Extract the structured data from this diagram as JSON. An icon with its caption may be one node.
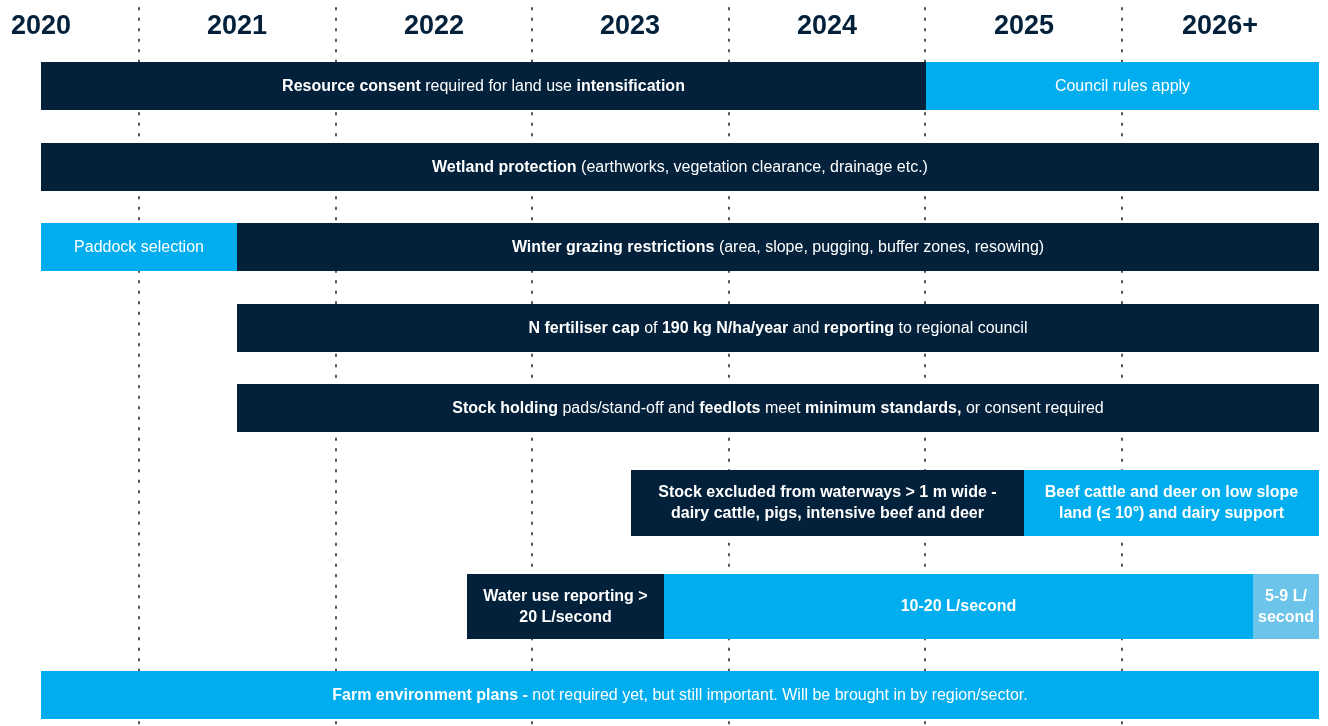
{
  "diagram": {
    "nodes": [
      {
        "text": [
          "**Resource consent** required for land use **intensification**"
        ]
      },
      {
        "text": [
          "Council rules apply"
        ]
      },
      {
        "text": [
          "**Wetland protection** (earthworks, vegetation clearance, drainage etc.)"
        ]
      },
      {
        "text": [
          "Paddock selection"
        ]
      },
      {
        "text": [
          "**Winter grazing restrictions** (area, slope, pugging, buffer zones, resowing)"
        ]
      },
      {
        "text": [
          "**N fertiliser cap** of **190 kg N/ha/year** and **reporting** to regional council"
        ]
      },
      {
        "text": [
          "**Stock holding** pads/stand-off and **feedlots** meet **minimum standards,** or consent required"
        ]
      },
      {
        "text": [
          "Stock excluded from waterways > 1 m wide - dairy cattle, pigs, intensive beef and deer"
        ]
      },
      {
        "text": [
          "Beef cattle and deer on low slope land (≤ 10°) and dairy support"
        ]
      },
      {
        "text": [
          "Water use reporting > 20 L/second"
        ]
      },
      {
        "text": [
          "10-20 L/second"
        ]
      },
      {
        "text": [
          "5-9 L/ second"
        ]
      },
      {
        "text": [
          "**Farm environment plans -**  not required yet, but still important. Will be brought in by region/sector."
        ]
      }
    ],
    "labels": [
      "2020",
      "2021",
      "2022",
      "2023",
      "2024",
      "2025",
      "2026+"
    ]
  }
}
